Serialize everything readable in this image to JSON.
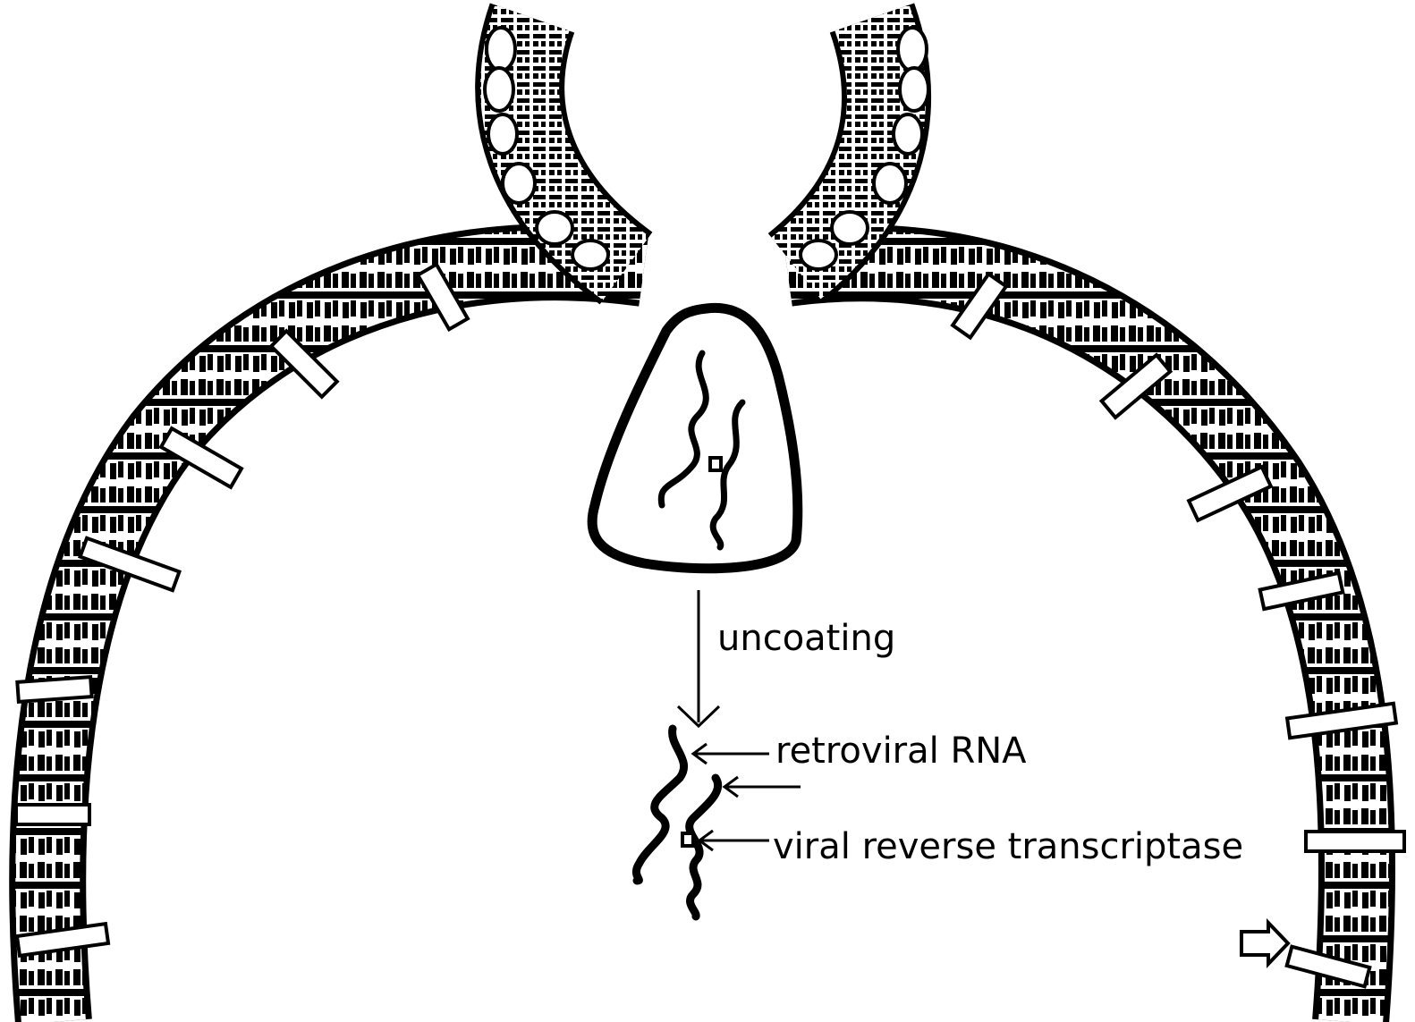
{
  "labels": {
    "uncoating": "uncoating",
    "retroviral_rna": "retroviral RNA",
    "reverse_transcriptase": "viral reverse transcriptase"
  },
  "colors": {
    "ink": "#000000",
    "background": "#ffffff"
  }
}
